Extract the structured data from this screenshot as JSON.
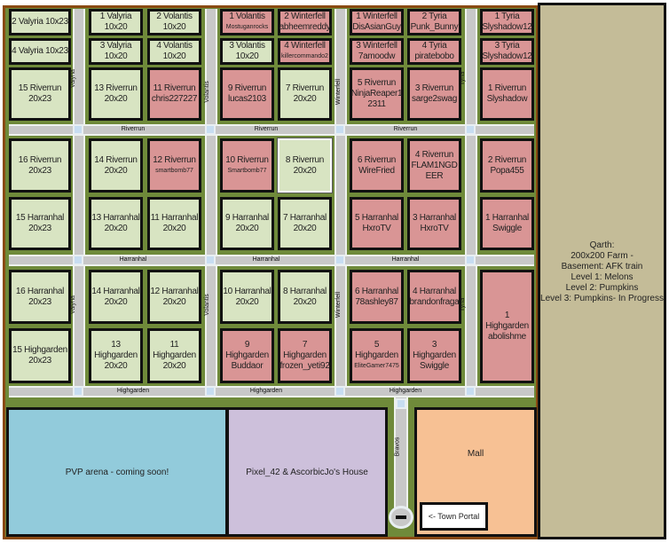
{
  "plots": [
    {
      "lines": [
        "2 Valyria 10x23"
      ],
      "owned": false
    },
    {
      "lines": [
        "4 Valyria 10x23"
      ],
      "owned": false
    },
    {
      "lines": [
        "15 Riverrun",
        "20x23"
      ],
      "owned": false
    },
    {
      "lines": [
        "1 Valyria",
        "10x20"
      ],
      "owned": false
    },
    {
      "lines": [
        "2 Volantis",
        "10x20"
      ],
      "owned": false
    },
    {
      "lines": [
        "3 Valyria",
        "10x20"
      ],
      "owned": false
    },
    {
      "lines": [
        "4 Volantis",
        "10x20"
      ],
      "owned": false
    },
    {
      "lines": [
        "13 Riverrun",
        "20x20"
      ],
      "owned": false
    },
    {
      "lines": [
        "11 Riverrun",
        "chris227227"
      ],
      "owned": true
    },
    {
      "lines": [
        "1 Volantis",
        "Mostuganrocks"
      ],
      "owned": true
    },
    {
      "lines": [
        "2 Winterfell",
        "abheemreddy"
      ],
      "owned": true
    },
    {
      "lines": [
        "3 Volantis",
        "10x20"
      ],
      "owned": false
    },
    {
      "lines": [
        "4 Winterfell",
        "killercommando2"
      ],
      "owned": true
    },
    {
      "lines": [
        "9 Riverrun",
        "lucas2103"
      ],
      "owned": true
    },
    {
      "lines": [
        "7 Riverrun",
        "20x20"
      ],
      "owned": false
    },
    {
      "lines": [
        "1 Winterfell",
        "DisAsianGuy"
      ],
      "owned": true
    },
    {
      "lines": [
        "2 Tyria",
        "Punk_Bunny"
      ],
      "owned": true
    },
    {
      "lines": [
        "3 Winterfell",
        "7amoodw"
      ],
      "owned": true
    },
    {
      "lines": [
        "4 Tyria",
        "piratebobo"
      ],
      "owned": true
    },
    {
      "lines": [
        "5 Riverrun",
        "NinjaReaper1",
        "2311"
      ],
      "owned": true
    },
    {
      "lines": [
        "3 Riverrun",
        "sarge2swag"
      ],
      "owned": true
    },
    {
      "lines": [
        "1 Tyria",
        "Slyshadow12"
      ],
      "owned": true
    },
    {
      "lines": [
        "3 Tyria",
        "Slyshadow12"
      ],
      "owned": true
    },
    {
      "lines": [
        "1 Riverrun",
        "Slyshadow"
      ],
      "owned": true
    },
    {
      "lines": [
        "16 Riverrun",
        "20x23"
      ],
      "owned": false
    },
    {
      "lines": [
        "14 Riverrun",
        "20x20"
      ],
      "owned": false
    },
    {
      "lines": [
        "12 Riverrun",
        "smartbomb77"
      ],
      "owned": true
    },
    {
      "lines": [
        "10 Riverrun",
        "Smartbomb77"
      ],
      "owned": true
    },
    {
      "lines": [
        "8 Riverrun",
        "20x20"
      ],
      "owned": false,
      "selected": true
    },
    {
      "lines": [
        "6 Riverrun",
        "WireFried"
      ],
      "owned": true
    },
    {
      "lines": [
        "4 Riverrun",
        "FLAM1NGD",
        "EER"
      ],
      "owned": true
    },
    {
      "lines": [
        "2 Riverrun",
        "Popa455"
      ],
      "owned": true
    },
    {
      "lines": [
        "15 Harranhal",
        "20x23"
      ],
      "owned": false
    },
    {
      "lines": [
        "13 Harranhal",
        "20x20"
      ],
      "owned": false
    },
    {
      "lines": [
        "11 Harranhal",
        "20x20"
      ],
      "owned": false
    },
    {
      "lines": [
        "9 Harranhal",
        "20x20"
      ],
      "owned": false
    },
    {
      "lines": [
        "7 Harranhal",
        "20x20"
      ],
      "owned": false
    },
    {
      "lines": [
        "5 Harranhal",
        "HxroTV"
      ],
      "owned": true
    },
    {
      "lines": [
        "3 Harranhal",
        "HxroTV"
      ],
      "owned": true
    },
    {
      "lines": [
        "1 Harranhal",
        "Swiggle"
      ],
      "owned": true
    },
    {
      "lines": [
        "16 Harranhal",
        "20x23"
      ],
      "owned": false
    },
    {
      "lines": [
        "14 Harranhal",
        "20x20"
      ],
      "owned": false
    },
    {
      "lines": [
        "12 Harranhal",
        "20x20"
      ],
      "owned": false
    },
    {
      "lines": [
        "10 Harranhal",
        "20x20"
      ],
      "owned": false
    },
    {
      "lines": [
        "8 Harranhal",
        "20x20"
      ],
      "owned": false
    },
    {
      "lines": [
        "6 Harranhal",
        "78ashley87"
      ],
      "owned": true
    },
    {
      "lines": [
        "4 Harranhal",
        "brandonfraga"
      ],
      "owned": true
    },
    {
      "lines": [
        "1 Highgarden",
        "abolishme"
      ],
      "owned": true
    },
    {
      "lines": [
        "15 Highgarden",
        "20x23"
      ],
      "owned": false
    },
    {
      "lines": [
        "13",
        "Highgarden",
        "20x20"
      ],
      "owned": false
    },
    {
      "lines": [
        "11 Highgarden",
        "20x20"
      ],
      "owned": false
    },
    {
      "lines": [
        "9 Highgarden",
        "Buddaor"
      ],
      "owned": true
    },
    {
      "lines": [
        "7 Highgarden",
        "frozen_yeti92"
      ],
      "owned": true
    },
    {
      "lines": [
        "5 Highgarden",
        "EliteGamer7475"
      ],
      "owned": true
    },
    {
      "lines": [
        "3 Highgarden",
        "Swiggle"
      ],
      "owned": true
    }
  ],
  "roads": {
    "horizontal": [
      "Riverrun",
      "Harranhal",
      "Highgarden"
    ],
    "vertical": [
      "Valyria",
      "Volantis",
      "Winterfell",
      "Tyria"
    ],
    "bravos": "Bravos"
  },
  "zones": {
    "pvp": "PVP arena - coming soon!",
    "house": "Pixel_42 & AscorbicJo's House",
    "mall": "Mall",
    "portal": "<- Town Portal"
  },
  "qarth": {
    "lines": [
      "Qarth:",
      "200x200 Farm -",
      "Basement: AFK train",
      "Level 1: Melons",
      "Level 2: Pumpkins",
      "Level 3: Pumpkins- In Progress"
    ]
  },
  "colors": {
    "owned": "#d99595",
    "available": "#d8e4c2",
    "grass": "#6f8a3a",
    "road": "#c8c8c8",
    "qarth": "#c4bc98",
    "pvp": "#92cbdb",
    "house": "#cdc0db",
    "mall": "#f7c194"
  }
}
